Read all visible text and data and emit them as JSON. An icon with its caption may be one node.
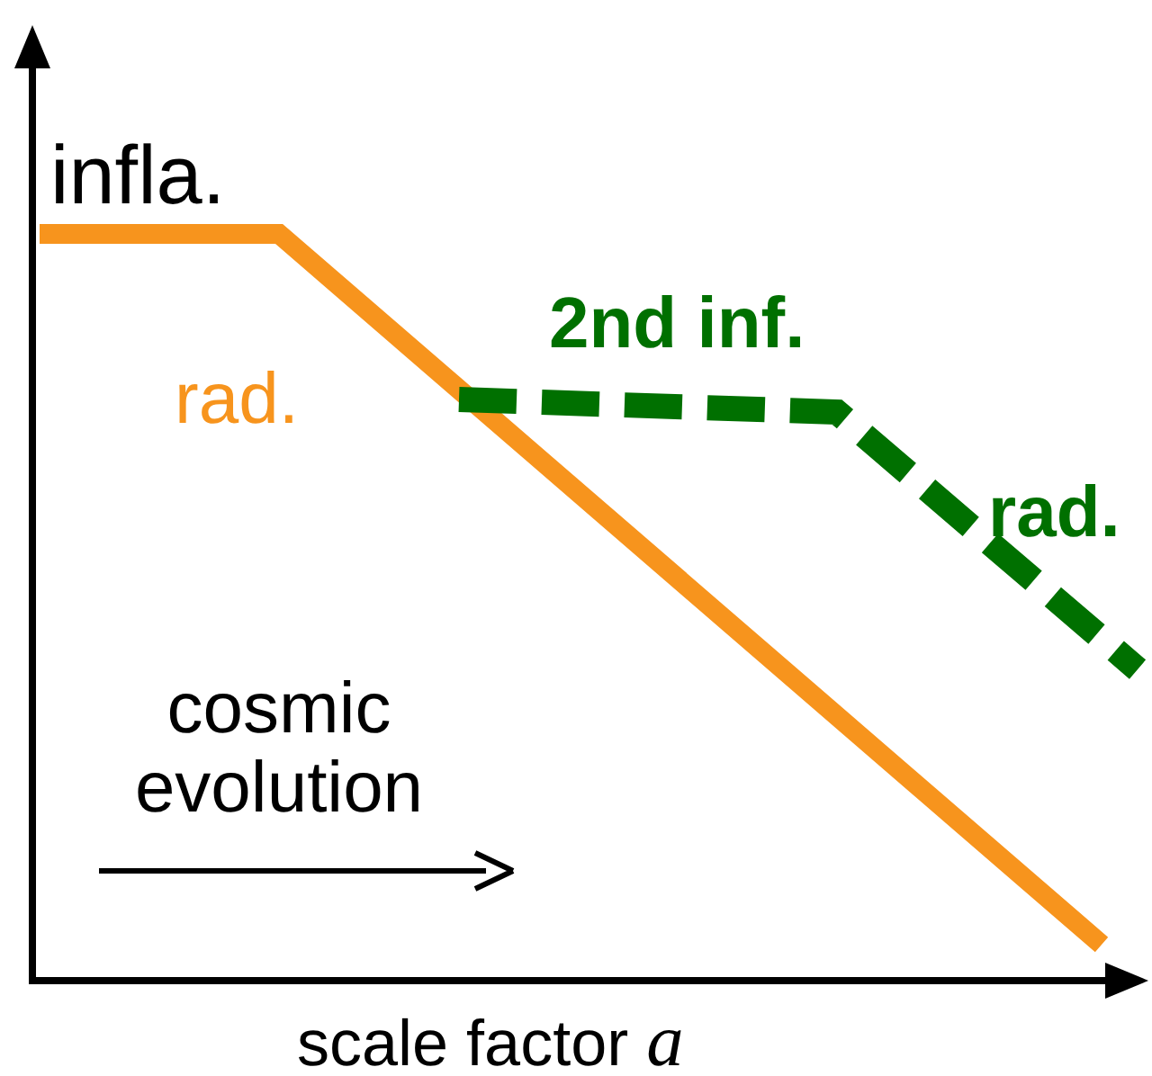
{
  "diagram": {
    "labels": [
      "infla.",
      "rad.",
      "2nd inf.",
      "rad.",
      "cosmic evolution",
      "scale factor *a*"
    ]
  }
}
